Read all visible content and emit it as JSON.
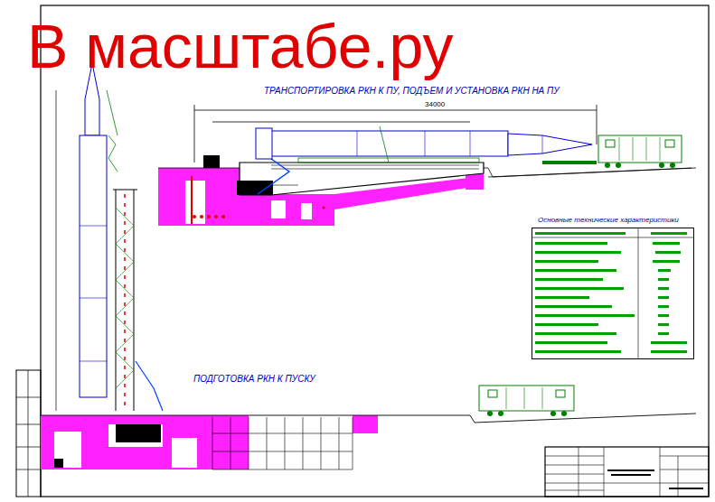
{
  "diagram": {
    "nodes": [
      {
        "text": [
          "Основные технические характеристики"
        ]
      }
    ],
    "labels": [
      "В масштабе.ру",
      "ТРАНСПОРТИРОВКА РКН К ПУ, ПОДЪЕМ И УСТАНОВКА РКН НА ПУ",
      "ПОДГОТОВКА РКН К ПУСКУ",
      "34000"
    ]
  }
}
